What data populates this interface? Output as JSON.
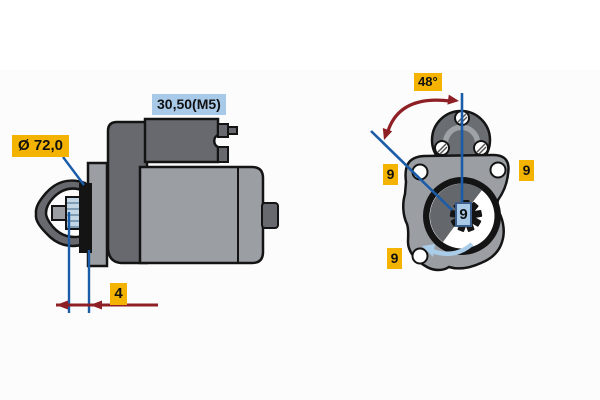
{
  "diagram": {
    "subject": "starter-motor-dimension-drawing",
    "side_view": {
      "diameter_tag": "Ø 72,0",
      "solenoid_tag": "30,50(M5)",
      "clearance_tag": "4"
    },
    "front_view": {
      "angle_tag": "48°",
      "hole_tag_left": "9",
      "hole_tag_right": "9",
      "hole_tag_bottom": "9",
      "pinion_tag": "9"
    },
    "colors": {
      "tag_yellow": "#F5B301",
      "tag_light_blue": "#A9C9E8",
      "dimension_red": "#8E2025",
      "leader_blue": "#1A5CA8",
      "rotation_arrow_blue": "#A9CCE9",
      "body_gray": "#9B9FA4",
      "dark_gray": "#67696E",
      "outline_black": "#141414"
    }
  }
}
